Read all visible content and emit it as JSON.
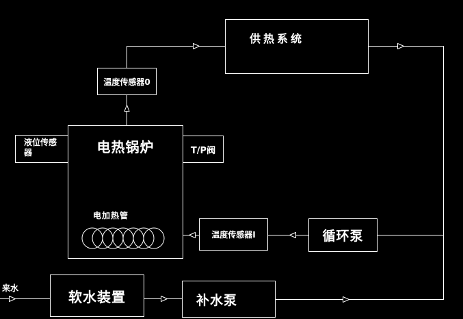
{
  "colors": {
    "background": "#000000",
    "line": "#ffffff",
    "text": "#ffffff"
  },
  "nodes": {
    "heating_system": {
      "label": "供热系统"
    },
    "temp_sensor_0": {
      "label": "温度传感器0"
    },
    "level_sensor": {
      "label": "液位传感器"
    },
    "boiler": {
      "label": "电热锅炉"
    },
    "tp_valve": {
      "label": "T/P阀"
    },
    "heater_tube": {
      "label": "电加热管",
      "turns": 7
    },
    "temp_sensor_1": {
      "label": "温度传感器I"
    },
    "circulation_pump": {
      "label": "循环泵"
    },
    "water_softener": {
      "label": "软水装置"
    },
    "makeup_pump": {
      "label": "补水泵"
    }
  },
  "labels": {
    "inlet_water": "来水"
  }
}
